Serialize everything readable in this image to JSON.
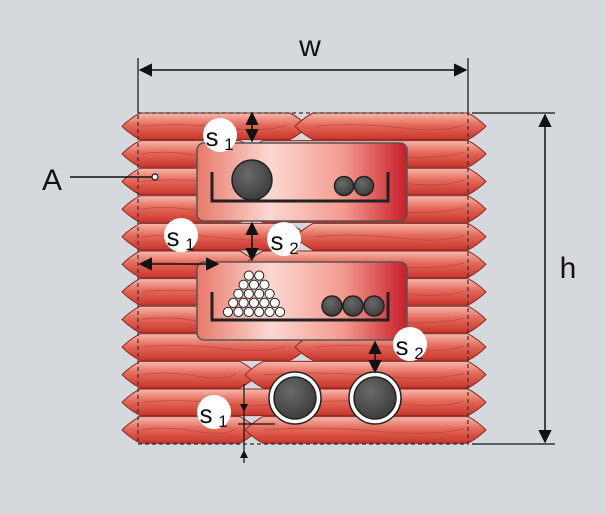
{
  "labels": {
    "width": "w",
    "height": "h",
    "area": "A",
    "s1": "s",
    "s1_sub": "1",
    "s2": "s",
    "s2_sub": "2"
  },
  "colors": {
    "background": "#d5d8dc",
    "pillow_light": "#f6b6aa",
    "pillow_dark": "#d8433a",
    "tray_light": "#fbd3cc",
    "tray_dark": "#c81e2a",
    "cable": "#4a4a4a",
    "line": "#111111"
  }
}
